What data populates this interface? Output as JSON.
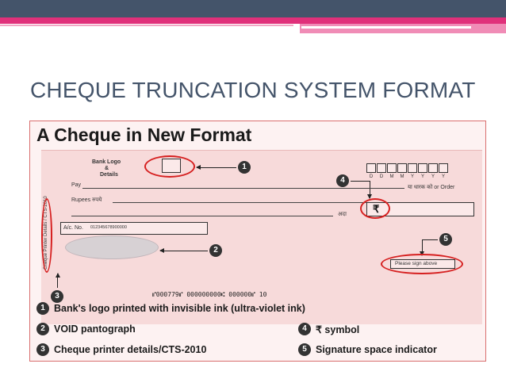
{
  "slide": {
    "title": "CHEQUE TRUNCATION SYSTEM FORMAT",
    "colors": {
      "header_bar": "#44546a",
      "accent_pink": "#e0307a",
      "title_text": "#44546a"
    }
  },
  "figure": {
    "title": "A Cheque in New Format",
    "cheque": {
      "bank_logo_label": [
        "Bank Logo",
        "&",
        "Details"
      ],
      "pay_label": "Pay",
      "rupees_label": "Rupees रुपये",
      "or_order_label": "या धारक को or Order",
      "rupee_symbol": "₹",
      "amount_hint": "अदा",
      "date_letters": [
        "D",
        "D",
        "M",
        "M",
        "Y",
        "Y",
        "Y",
        "Y"
      ],
      "account_label": "A/c. No.",
      "account_number": "012345678900000",
      "printer_vertical_text": "Cheque Printer Details / CTS-2010",
      "signature_label": "Please sign above",
      "micr_line": "⑈000779⑈  000000000⑆  000000⑈  10"
    },
    "callouts": [
      "1",
      "2",
      "3",
      "4",
      "5"
    ],
    "legend": [
      {
        "num": "1",
        "text": "Bank's logo printed with invisible ink (ultra-violet ink)"
      },
      {
        "num": "2",
        "text": "VOID pantograph"
      },
      {
        "num": "3",
        "text": "Cheque printer details/CTS-2010"
      },
      {
        "num": "4",
        "text": "₹ symbol"
      },
      {
        "num": "5",
        "text": "Signature space indicator"
      }
    ]
  }
}
